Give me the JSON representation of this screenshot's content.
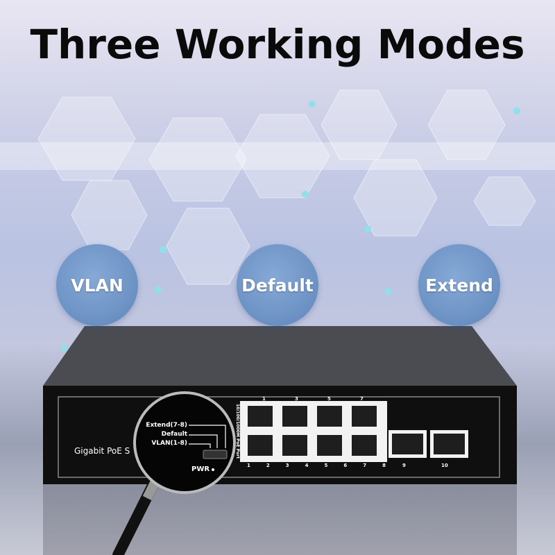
{
  "title": "Three Working Modes",
  "modes": [
    "VLAN",
    "Default",
    "Extend"
  ],
  "device": {
    "product_label": "Gigabit PoE S",
    "port_block_label": "10/100/1000M PoE Port",
    "top_port_numbers": [
      "1",
      "3",
      "5",
      "7"
    ],
    "bottom_port_numbers": [
      "1",
      "2",
      "3",
      "4",
      "5",
      "6",
      "7",
      "8"
    ],
    "uplink_port_numbers": [
      "9",
      "10"
    ],
    "switch_labels": [
      "Extend(7-8)",
      "Default",
      "VLAN(1-8)"
    ],
    "power_label": "PWR"
  },
  "colors": {
    "mode_circle": "#6f97c6",
    "device_body": "#111111",
    "title": "#0a0a0a"
  }
}
